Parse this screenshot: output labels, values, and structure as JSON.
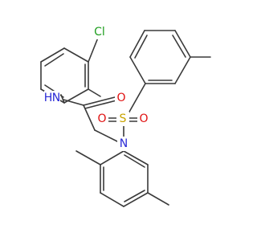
{
  "molecule": {
    "atom_colors": {
      "Cl": "#1f9e1f",
      "N": "#2a2ad6",
      "NH": "#2a2ad6",
      "O": "#e01010",
      "S": "#c9a400",
      "C": "#3a3a3a"
    },
    "labels": {
      "chlorine": "Cl",
      "amide_nh": "H",
      "amide_n": "N",
      "carbonyl_o": "O",
      "sulfonamide_n": "N",
      "sulfur": "S",
      "sulfonyl_o_left": "O",
      "sulfonyl_o_right": "O"
    }
  }
}
